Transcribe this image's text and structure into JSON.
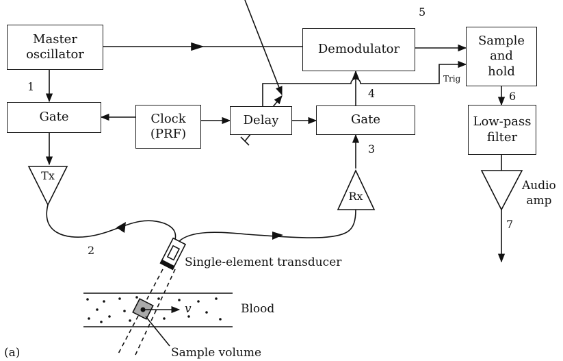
{
  "blocks": {
    "master_oscillator": "Master\noscillator",
    "gate_tx": "Gate",
    "clock": "Clock\n(PRF)",
    "delay": "Delay",
    "gate_rx": "Gate",
    "demodulator": "Demodulator",
    "sample_hold": "Sample\nand\nhold",
    "lowpass": "Low-pass\nfilter"
  },
  "amplifiers": {
    "tx": "Tx",
    "rx": "Rx",
    "audio": "Audio\namp"
  },
  "labels": {
    "trig": "Trig",
    "transducer": "Single-element transducer",
    "blood": "Blood",
    "velocity": "v",
    "sample_volume": "Sample volume",
    "panel": "(a)"
  },
  "numbers": [
    "1",
    "2",
    "3",
    "4",
    "5",
    "6",
    "7"
  ]
}
